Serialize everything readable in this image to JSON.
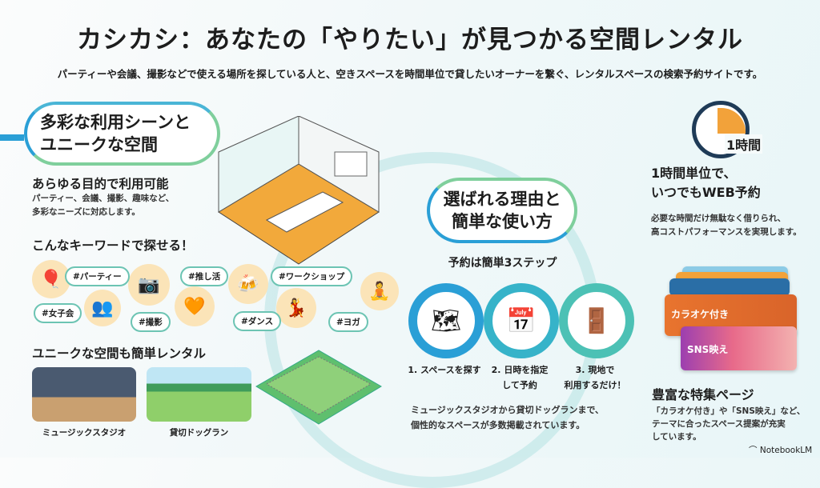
{
  "header": {
    "title": "カシカシ：あなたの「やりたい」が見つかる空間レンタル",
    "subtitle": "パーティーや会議、撮影などで使える場所を探している人と、空きスペースを時間単位で貸したいオーナーを繋ぐ、レンタルスペースの検索予約サイトです。"
  },
  "left": {
    "pill": [
      "多彩な利用シーンと",
      "ユニークな空間"
    ],
    "purpose_title": "あらゆる目的で利用可能",
    "purpose_desc": [
      "パーティー、会議、撮影、趣味など、",
      "多彩なニーズに対応します。"
    ],
    "keywords_title": "こんなキーワードで探せる！",
    "tags": [
      "#パーティー",
      "#女子会",
      "#撮影",
      "#推し活",
      "#ダンス",
      "#ワークショップ",
      "#ヨガ"
    ],
    "unique_title": "ユニークな空間も簡単レンタル",
    "photos": [
      "ミュージックスタジオ",
      "貸切ドッグラン"
    ]
  },
  "center": {
    "pill": [
      "選ばれる理由と",
      "簡単な使い方"
    ],
    "steps_title": "予約は簡単3ステップ",
    "steps": [
      [
        "1. スペースを探す",
        ""
      ],
      [
        "2. 日時を指定",
        "して予約"
      ],
      [
        "3. 現地で",
        "利用するだけ！"
      ]
    ],
    "desc": [
      "ミュージックスタジオから貸切ドッグランまで、",
      "個性的なスペースが多数掲載されています。"
    ]
  },
  "right": {
    "clock_label": "1時間",
    "hourly_title": [
      "1時間単位で、",
      "いつでもWEB予約"
    ],
    "hourly_desc": [
      "必要な時間だけ無駄なく借りられ、",
      "高コストパフォーマンスを実現します。"
    ],
    "cards": [
      "カラオケ付き",
      "SNS映え"
    ],
    "feature_title": "豊富な特集ページ",
    "feature_desc": [
      "「カラオケ付き」や「SNS映え」など、",
      "テーマに合ったスペース提案が充実",
      "しています。"
    ]
  },
  "brand": "NotebookLM"
}
